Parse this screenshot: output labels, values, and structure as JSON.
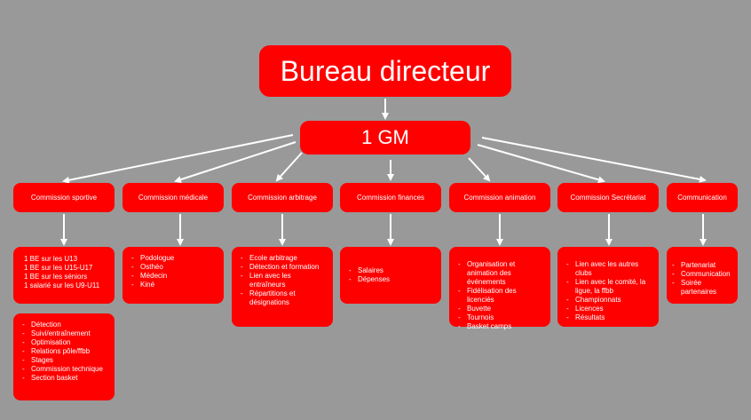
{
  "top": {
    "title": "Bureau directeur"
  },
  "gm": {
    "label": "1 GM"
  },
  "commissions": [
    {
      "label": "Commission sportive"
    },
    {
      "label": "Commission médicale"
    },
    {
      "label": "Commission arbitrage"
    },
    {
      "label": "Commission finances"
    },
    {
      "label": "Commission animation"
    },
    {
      "label": "Commission Secrétariat"
    },
    {
      "label": "Communication"
    }
  ],
  "details": {
    "sportive_staff": [
      "1 BE sur les U13",
      "1 BE sur les U15-U17",
      "1 BE sur les séniors",
      "1 salarié sur les U9-U11"
    ],
    "sportive_tasks": [
      "Détection",
      "Suivi/entraînement",
      "Optimisation",
      "Relations pôle/ffbb",
      "Stages",
      "Commission technique",
      "Section basket"
    ],
    "medicale": [
      "Podologue",
      "Osthéo",
      "Médecin",
      "Kiné"
    ],
    "arbitrage": [
      "Ecole arbitrage",
      "Détection et formation",
      "Lien avec les entraîneurs",
      "Répartitions et désignations"
    ],
    "finances": [
      "Salaires",
      "Dépenses"
    ],
    "animation": [
      "Organisation et animation des événements",
      "Fidélisation des licenciés",
      "Buvette",
      "Tournois",
      "Basket camps"
    ],
    "secretariat": [
      "Lien avec les autres clubs",
      "Lien avec le comité, la ligue, la ffbb",
      "Championnats",
      "Licences",
      "Résultats"
    ],
    "communication": [
      "Partenariat",
      "Communication",
      "Soirée partenaires"
    ]
  },
  "colors": {
    "background": "#999999",
    "box": "#ff0000",
    "text": "#ffffff",
    "arrow": "#ffffff"
  }
}
